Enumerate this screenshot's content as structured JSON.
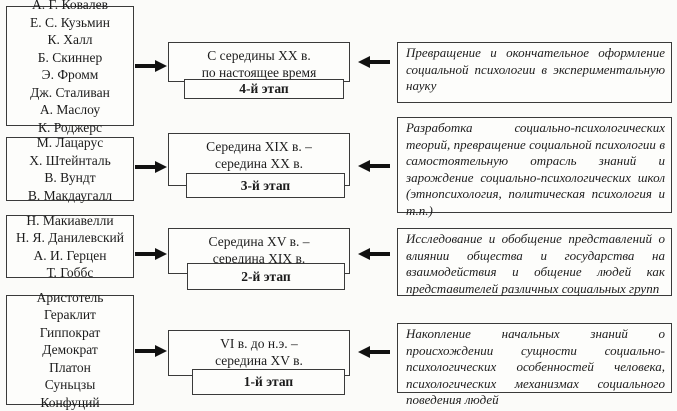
{
  "stages": [
    {
      "names": [
        "А. Г. Ковалев",
        "Е. С. Кузьмин",
        "К. Халл",
        "Б. Скиннер",
        "Э. Фромм",
        "Дж. Сталиван",
        "А. Маслоу",
        "К. Роджерс"
      ],
      "period": [
        "С середины XX в.",
        "по настоящее время"
      ],
      "stage_label": "4-й этап",
      "description": "Превращение и окончательное оформление социальной психологии в экспериментальную науку"
    },
    {
      "names": [
        "М. Лацарус",
        "Х. Штейнталь",
        "В. Вундт",
        "В. Макдаугалл"
      ],
      "period": [
        "Середина XIX в. –",
        "середина XX в."
      ],
      "stage_label": "3-й этап",
      "description": "Разработка социально-психологических теорий, превращение социальной психологии в самостоятельную отрасль знаний и зарождение социально-психологических школ (этнопсихология, политическая психология и т.п.)"
    },
    {
      "names": [
        "Н. Макиавелли",
        "Н. Я. Данилевский",
        "А. И. Герцен",
        "Т. Гоббс"
      ],
      "period": [
        "Середина XV в. –",
        "середина XIX в."
      ],
      "stage_label": "2-й этап",
      "description": "Исследование и обобщение представлений о влиянии общества и государства на взаимодействия и общение людей как представителей различных социальных групп"
    },
    {
      "names": [
        "Аристотель",
        "Гераклит",
        "Гиппократ",
        "Демократ",
        "Платон",
        "Суньцзы",
        "Конфуций"
      ],
      "period": [
        "VI в. до н.э. –",
        "середина XV в."
      ],
      "stage_label": "1-й этап",
      "description": "Накопление начальных знаний о происхождении сущности социально-психологических особенностей человека, психологических механизмах социального поведения людей"
    }
  ],
  "icons": {
    "left_arrow": "arrow-right-icon",
    "right_arrow": "arrow-left-icon"
  }
}
